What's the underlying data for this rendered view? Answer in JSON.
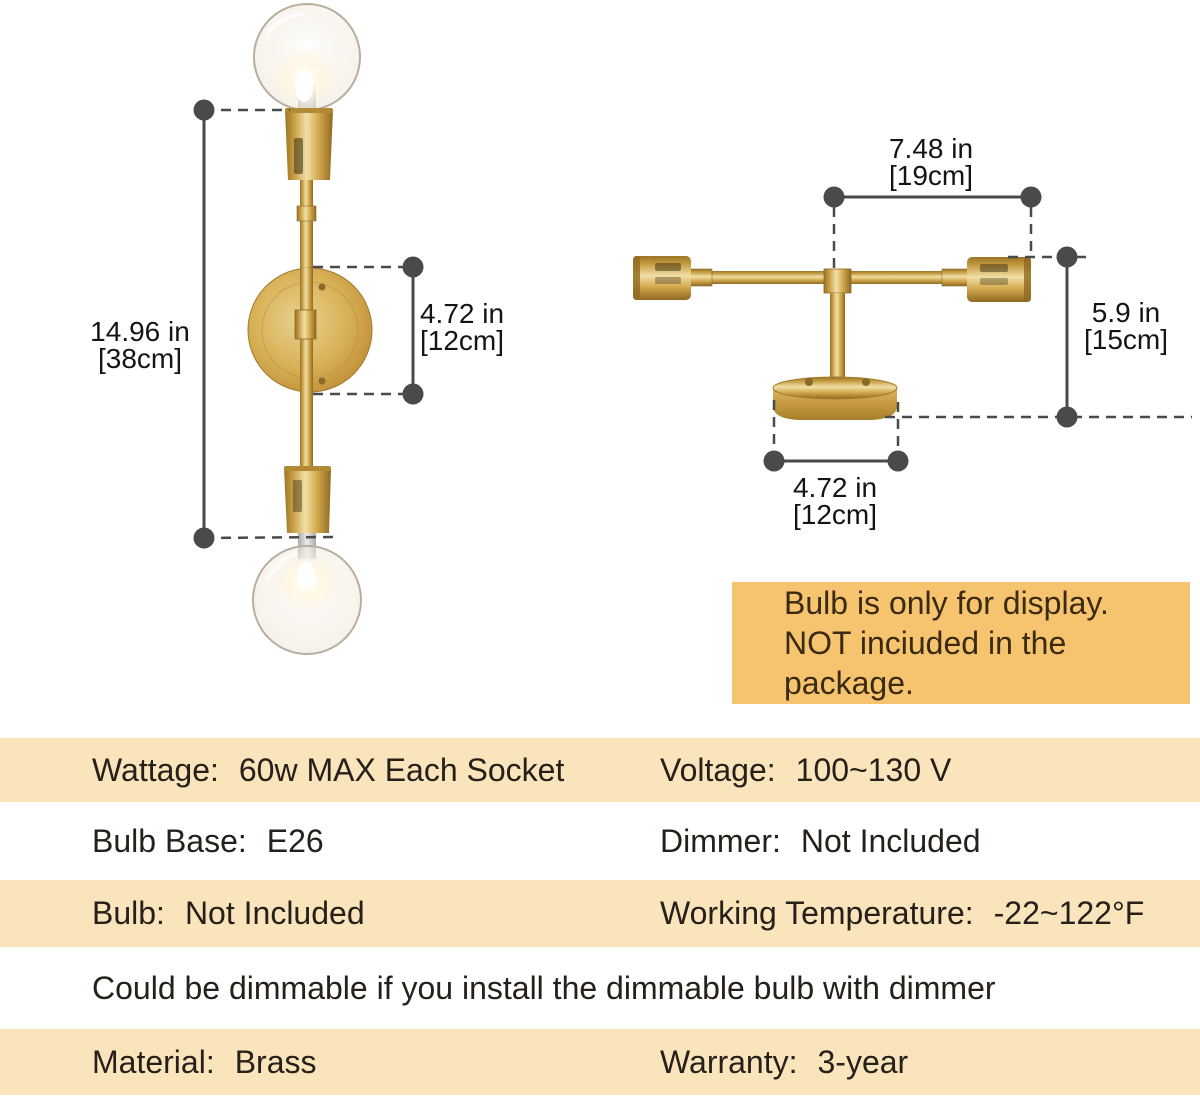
{
  "product_diagram": {
    "note_box": {
      "line1": "Bulb is only for display.",
      "line2": "NOT inciuded in the package."
    },
    "dimensions": {
      "front_height": {
        "value": "14.96 in",
        "metric": "[38cm]"
      },
      "front_backplate": {
        "value": "4.72 in",
        "metric": "[12cm]"
      },
      "side_width": {
        "value": "7.48 in",
        "metric": "[19cm]"
      },
      "side_height": {
        "value": "5.9 in",
        "metric": "[15cm]"
      },
      "side_base": {
        "value": "4.72 in",
        "metric": "[12cm]"
      }
    }
  },
  "specs": {
    "wattage": {
      "label": "Wattage:",
      "value": "60w MAX Each Socket"
    },
    "voltage": {
      "label": "Voltage:",
      "value": "100~130 V"
    },
    "bulb_base": {
      "label": "Bulb Base:",
      "value": "E26"
    },
    "dimmer": {
      "label": "Dimmer:",
      "value": "Not Included"
    },
    "bulb": {
      "label": "Bulb:",
      "value": "Not Included"
    },
    "working_temperature": {
      "label": "Working Temperature:",
      "value": "-22~122°F"
    },
    "dimmable_note": "Could be dimmable if you install the dimmable bulb with dimmer",
    "material": {
      "label": "Material:",
      "value": "Brass"
    },
    "warranty": {
      "label": "Warranty:",
      "value": "3-year"
    }
  },
  "colors": {
    "row_beige": "#FAE4BC",
    "row_white": "#FFFFFF",
    "note_bg": "#F6C46E",
    "note_text": "#3A2A12",
    "dimension_line": "#4A4A4A",
    "brass_accent": "#C9A04A"
  }
}
